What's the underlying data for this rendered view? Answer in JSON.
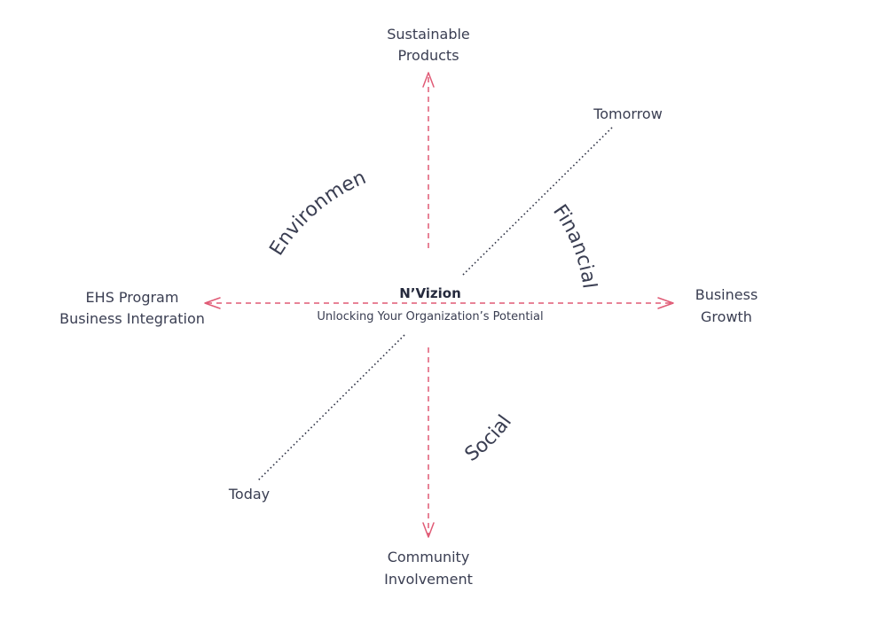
{
  "diagram": {
    "center": {
      "title": "N’Vizion",
      "subtitle": "Unlocking Your Organization’s Potential"
    },
    "top": {
      "line1": "Sustainable",
      "line2": "Products"
    },
    "bottom": {
      "line1": "Community",
      "line2": "Involvement"
    },
    "left": {
      "line1": "EHS Program",
      "line2": "Business Integration"
    },
    "right": {
      "line1": "Business",
      "line2": "Growth"
    },
    "time": {
      "future": "Tomorrow",
      "present": "Today"
    },
    "pillars": {
      "environment": "Environment",
      "financial": "Financial",
      "social": "Social"
    },
    "colors": {
      "axis": "#e05a75",
      "time_line": "#2f3345",
      "text": "#3a3e52"
    }
  }
}
